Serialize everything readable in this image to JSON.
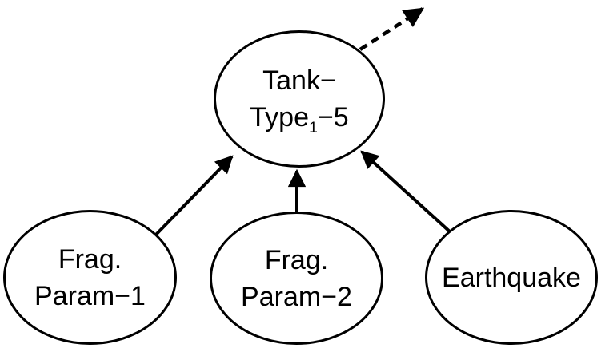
{
  "figure": {
    "background_color": "#ffffff",
    "stroke_color": "#000000",
    "nodes": {
      "tank": {
        "line1": "Tank−",
        "line2_base": "Type",
        "line2_sub": "1",
        "line2_rest": "−5",
        "full_label": "Tank-Type1-5"
      },
      "frag1": {
        "line1": "Frag.",
        "line2": "Param−1",
        "full_label": "Frag. Param-1"
      },
      "frag2": {
        "line1": "Frag.",
        "line2": "Param−2",
        "full_label": "Frag. Param-2"
      },
      "earthquake": {
        "label": "Earthquake"
      }
    },
    "edges": [
      {
        "from": "Frag. Param-1",
        "to": "Tank-Type1-5",
        "style": "solid"
      },
      {
        "from": "Frag. Param-2",
        "to": "Tank-Type1-5",
        "style": "solid"
      },
      {
        "from": "Earthquake",
        "to": "Tank-Type1-5",
        "style": "solid"
      },
      {
        "from": "Tank-Type1-5",
        "to": "off-canvas",
        "style": "dashed"
      }
    ]
  }
}
